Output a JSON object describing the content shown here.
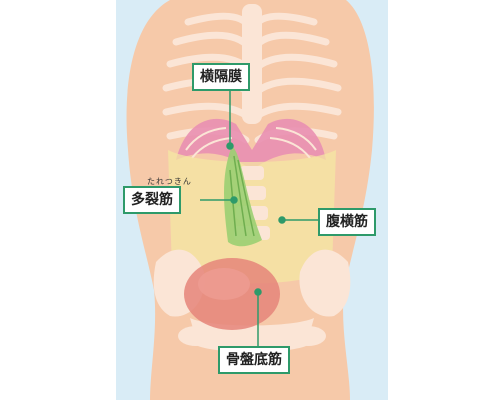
{
  "labels": {
    "diaphragm": "横隔膜",
    "multifidus": "多裂筋",
    "multifidus_ruby": "たれつきん",
    "transverse_abdominis": "腹横筋",
    "pelvic_floor": "骨盤底筋"
  },
  "colors": {
    "background_panel": "#d9ecf6",
    "skin": "#f6c9a9",
    "rib_bone": "#fbe5d6",
    "diaphragm": "#e98fb1",
    "transverse_abdominis": "#f4e7a3",
    "multifidus": "#9bcf72",
    "pelvic_floor": "#e5857a",
    "pelvis_bone": "#fbe5d6",
    "leader_line": "#2e9a6a"
  }
}
